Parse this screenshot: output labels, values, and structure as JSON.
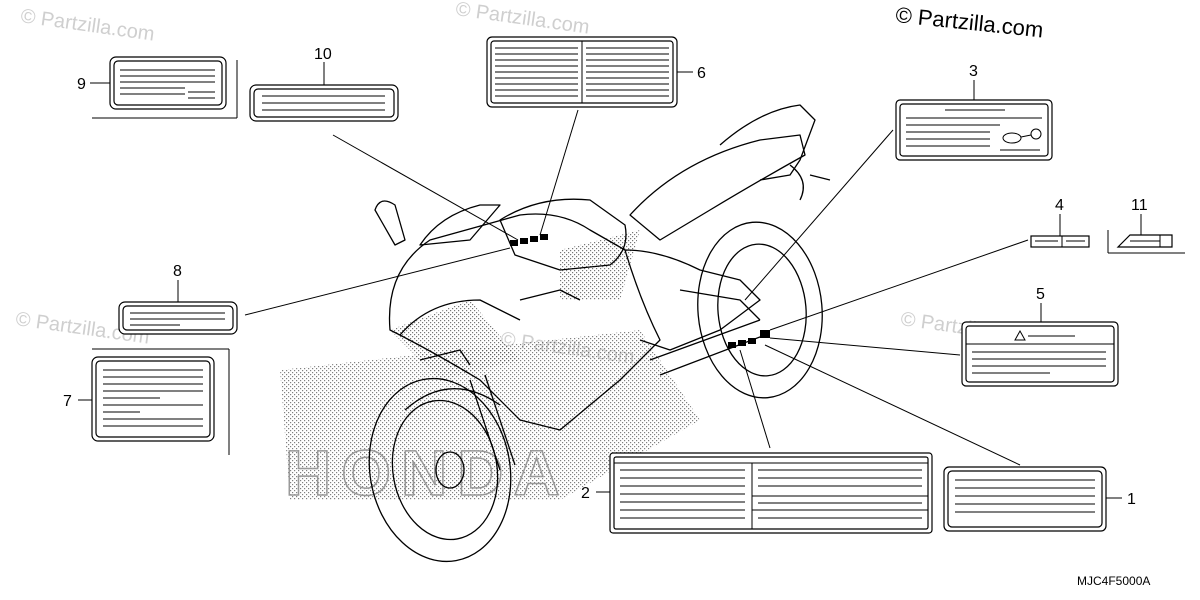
{
  "watermark_text": "© Partzilla.com",
  "copyright": "© Partzilla.com",
  "diagram_code": "MJC4F5000A",
  "callouts": {
    "c1": "1",
    "c2": "2",
    "c3": "3",
    "c4": "4",
    "c5": "5",
    "c6": "6",
    "c7": "7",
    "c8": "8",
    "c9": "9",
    "c10": "10",
    "c11": "11"
  },
  "brand_mark": "HONDA",
  "colors": {
    "ink": "#000000",
    "watermark": "#cfcfcf",
    "paper": "#ffffff"
  }
}
